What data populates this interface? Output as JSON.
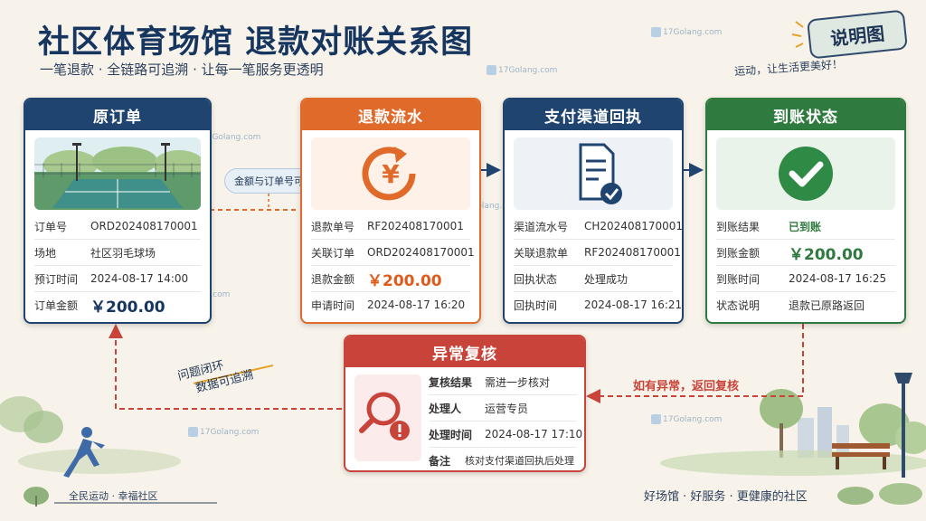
{
  "title": "社区体育场馆  退款对账关系图",
  "subtitle": "一笔退款 · 全链路可追溯 · 让每一笔服务更透明",
  "badge": "说明图",
  "slogan": "运动，让生活更美好！",
  "watermark": "17Golang.com",
  "link_pill": "金额与订单号可回链",
  "loop_note": {
    "line1": "问题闭环",
    "line2": "数据可追溯"
  },
  "return_note": "如有异常，返回复核",
  "cards": {
    "original": {
      "title": "原订单",
      "rows": [
        {
          "label": "订单号",
          "value": "ORD202408170001"
        },
        {
          "label": "场地",
          "value": "社区羽毛球场"
        },
        {
          "label": "预订时间",
          "value": "2024-08-17 14:00"
        },
        {
          "label": "订单金额",
          "value": "￥200.00"
        }
      ]
    },
    "refund": {
      "title": "退款流水",
      "rows": [
        {
          "label": "退款单号",
          "value": "RF202408170001"
        },
        {
          "label": "关联订单",
          "value": "ORD202408170001"
        },
        {
          "label": "退款金额",
          "value": "￥200.00"
        },
        {
          "label": "申请时间",
          "value": "2024-08-17 16:20"
        }
      ]
    },
    "receipt": {
      "title": "支付渠道回执",
      "rows": [
        {
          "label": "渠道流水号",
          "value": "CH202408170001"
        },
        {
          "label": "关联退款单",
          "value": "RF202408170001"
        },
        {
          "label": "回执状态",
          "value": "处理成功"
        },
        {
          "label": "回执时间",
          "value": "2024-08-17 16:21"
        }
      ]
    },
    "arrival": {
      "title": "到账状态",
      "rows": [
        {
          "label": "到账结果",
          "value": "已到账"
        },
        {
          "label": "到账金额",
          "value": "￥200.00"
        },
        {
          "label": "到账时间",
          "value": "2024-08-17 16:25"
        },
        {
          "label": "状态说明",
          "value": "退款已原路返回"
        }
      ]
    },
    "review": {
      "title": "异常复核",
      "rows": [
        {
          "label": "复核结果",
          "value": "需进一步核对"
        },
        {
          "label": "处理人",
          "value": "运营专员"
        },
        {
          "label": "处理时间",
          "value": "2024-08-17 17:10"
        },
        {
          "label": "备注",
          "value": "核对支付渠道回执后处理"
        }
      ]
    }
  },
  "footer_left": "全民运动 · 幸福社区",
  "footer_right": "好场馆 · 好服务 · 更健康的社区",
  "colors": {
    "navy": "#1f4470",
    "orange": "#e06a2a",
    "green": "#2f7a3f",
    "red": "#c8443a"
  }
}
